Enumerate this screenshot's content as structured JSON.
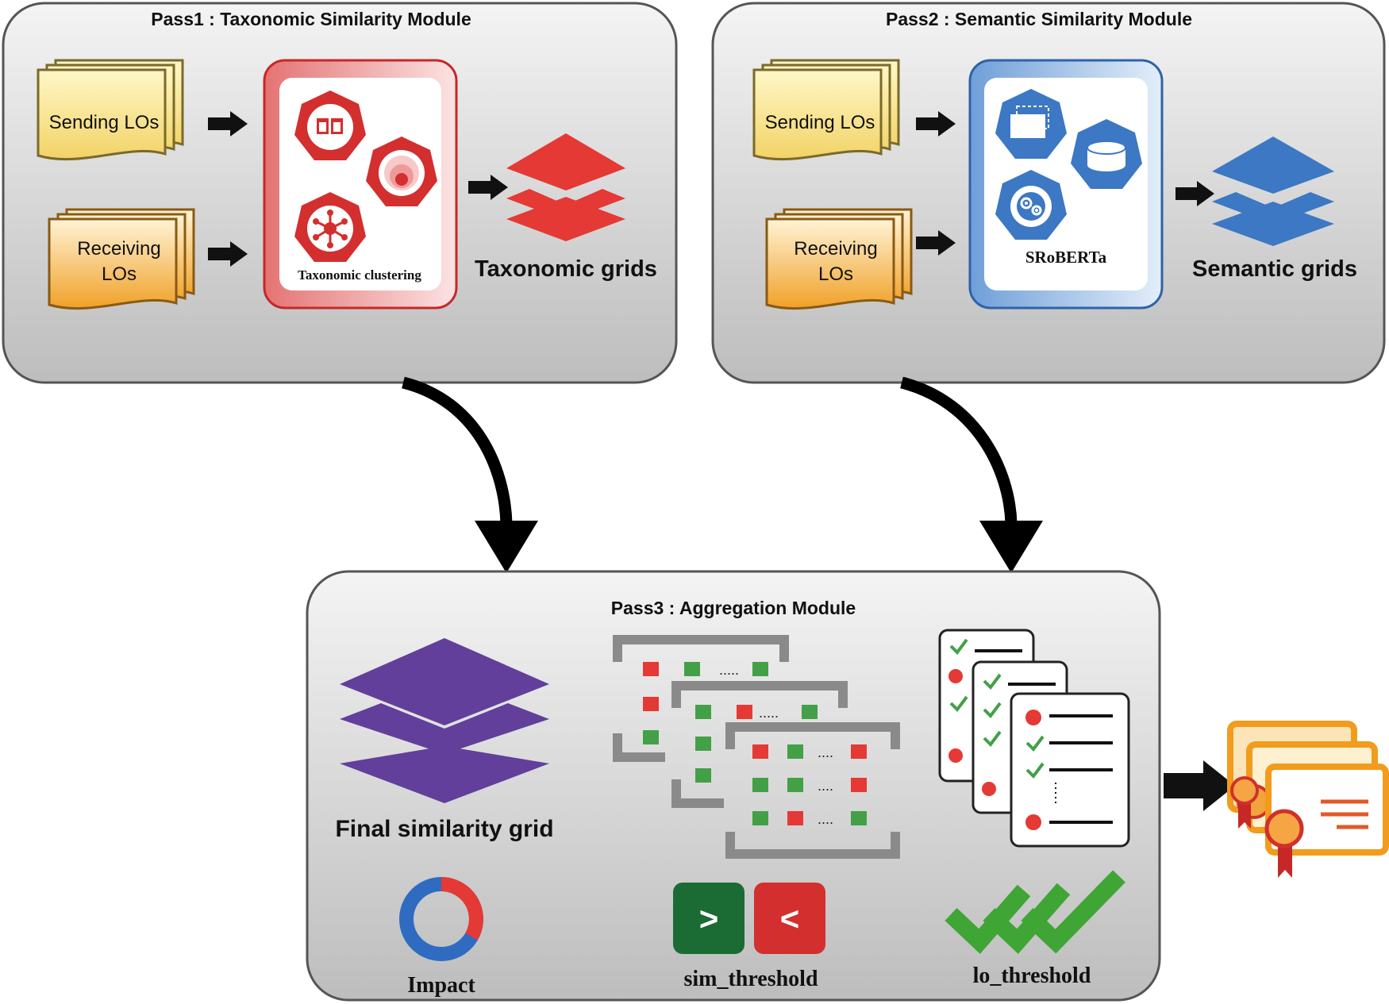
{
  "pass1": {
    "title": "Pass1 : Taxonomic Similarity Module",
    "sending": "Sending LOs",
    "receiving_line1": "Receiving",
    "receiving_line2": "LOs",
    "panel_label": "Taxonomic clustering",
    "output_label": "Taxonomic grids",
    "accent": "#e53935"
  },
  "pass2": {
    "title": "Pass2 : Semantic Similarity Module",
    "sending": "Sending LOs",
    "receiving_line1": "Receiving",
    "receiving_line2": "LOs",
    "panel_label": "SRoBERTa",
    "output_label": "Semantic grids",
    "accent": "#3c78c3"
  },
  "pass3": {
    "title": "Pass3 : Aggregation Module",
    "grid_label": "Final similarity grid",
    "impact_label": "Impact",
    "sim_label": "sim_threshold",
    "lo_label": "lo_threshold",
    "greater_symbol": ">",
    "less_symbol": "<",
    "accent": "#613f9a"
  },
  "icons": {
    "sending_docs": "document-stack-icon",
    "receiving_docs": "document-stack-icon",
    "clustering": "hexagon-cluster-icon",
    "transformer": "hexagon-model-icon",
    "layers": "layers-icon",
    "matrix": "matrix-icon",
    "checklist": "checklist-icon",
    "donut": "donut-chart-icon",
    "checks": "triple-check-icon",
    "certificates": "certificate-icon"
  }
}
